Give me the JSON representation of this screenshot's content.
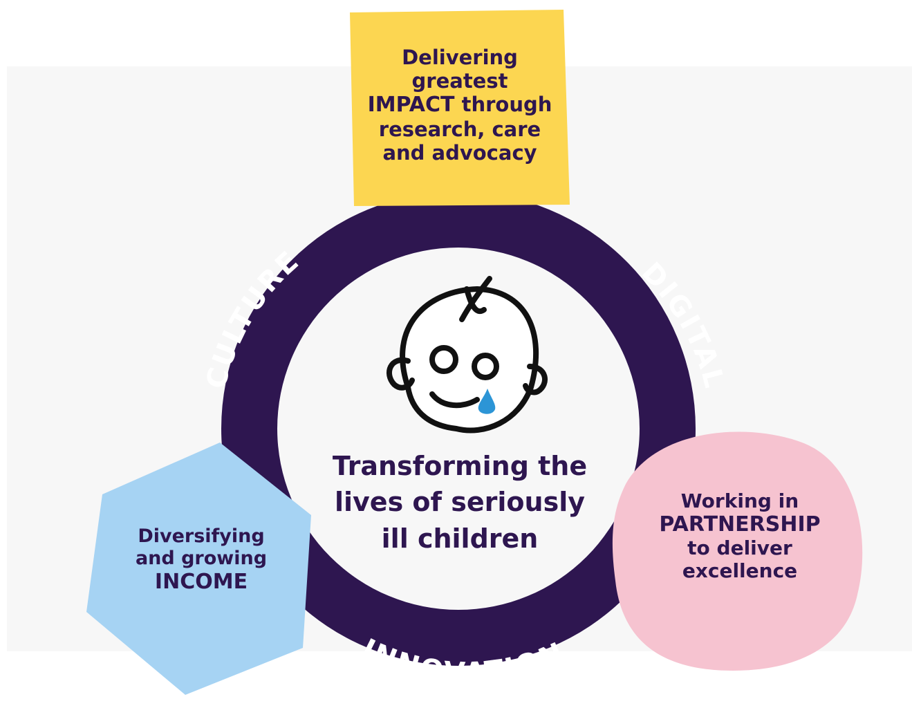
{
  "center": {
    "lines": [
      "Transforming the",
      "lives of seriously",
      "ill children"
    ]
  },
  "ring_labels": {
    "culture": "CULTURE",
    "digital": "DIGITAL",
    "innovation": "INNOVATION"
  },
  "impact": {
    "lines": [
      "Delivering",
      "greatest",
      "through",
      "research, care",
      "and advocacy"
    ],
    "keyword": "IMPACT"
  },
  "income": {
    "lines": [
      "Diversifying",
      "and growing"
    ],
    "keyword": "INCOME"
  },
  "partnership": {
    "lines": [
      "Working in",
      "to deliver",
      "excellence"
    ],
    "keyword": "PARTNERSHIP"
  },
  "icons": [
    "child-face-icon",
    "tear-drop-icon"
  ],
  "colors": {
    "ring": "#2e1650",
    "impact_box": "#fcd651",
    "income_box": "#a6d3f3",
    "partnership_box": "#f6c3d0",
    "tear": "#2c95d6",
    "background_panel": "#f7f7f7"
  }
}
